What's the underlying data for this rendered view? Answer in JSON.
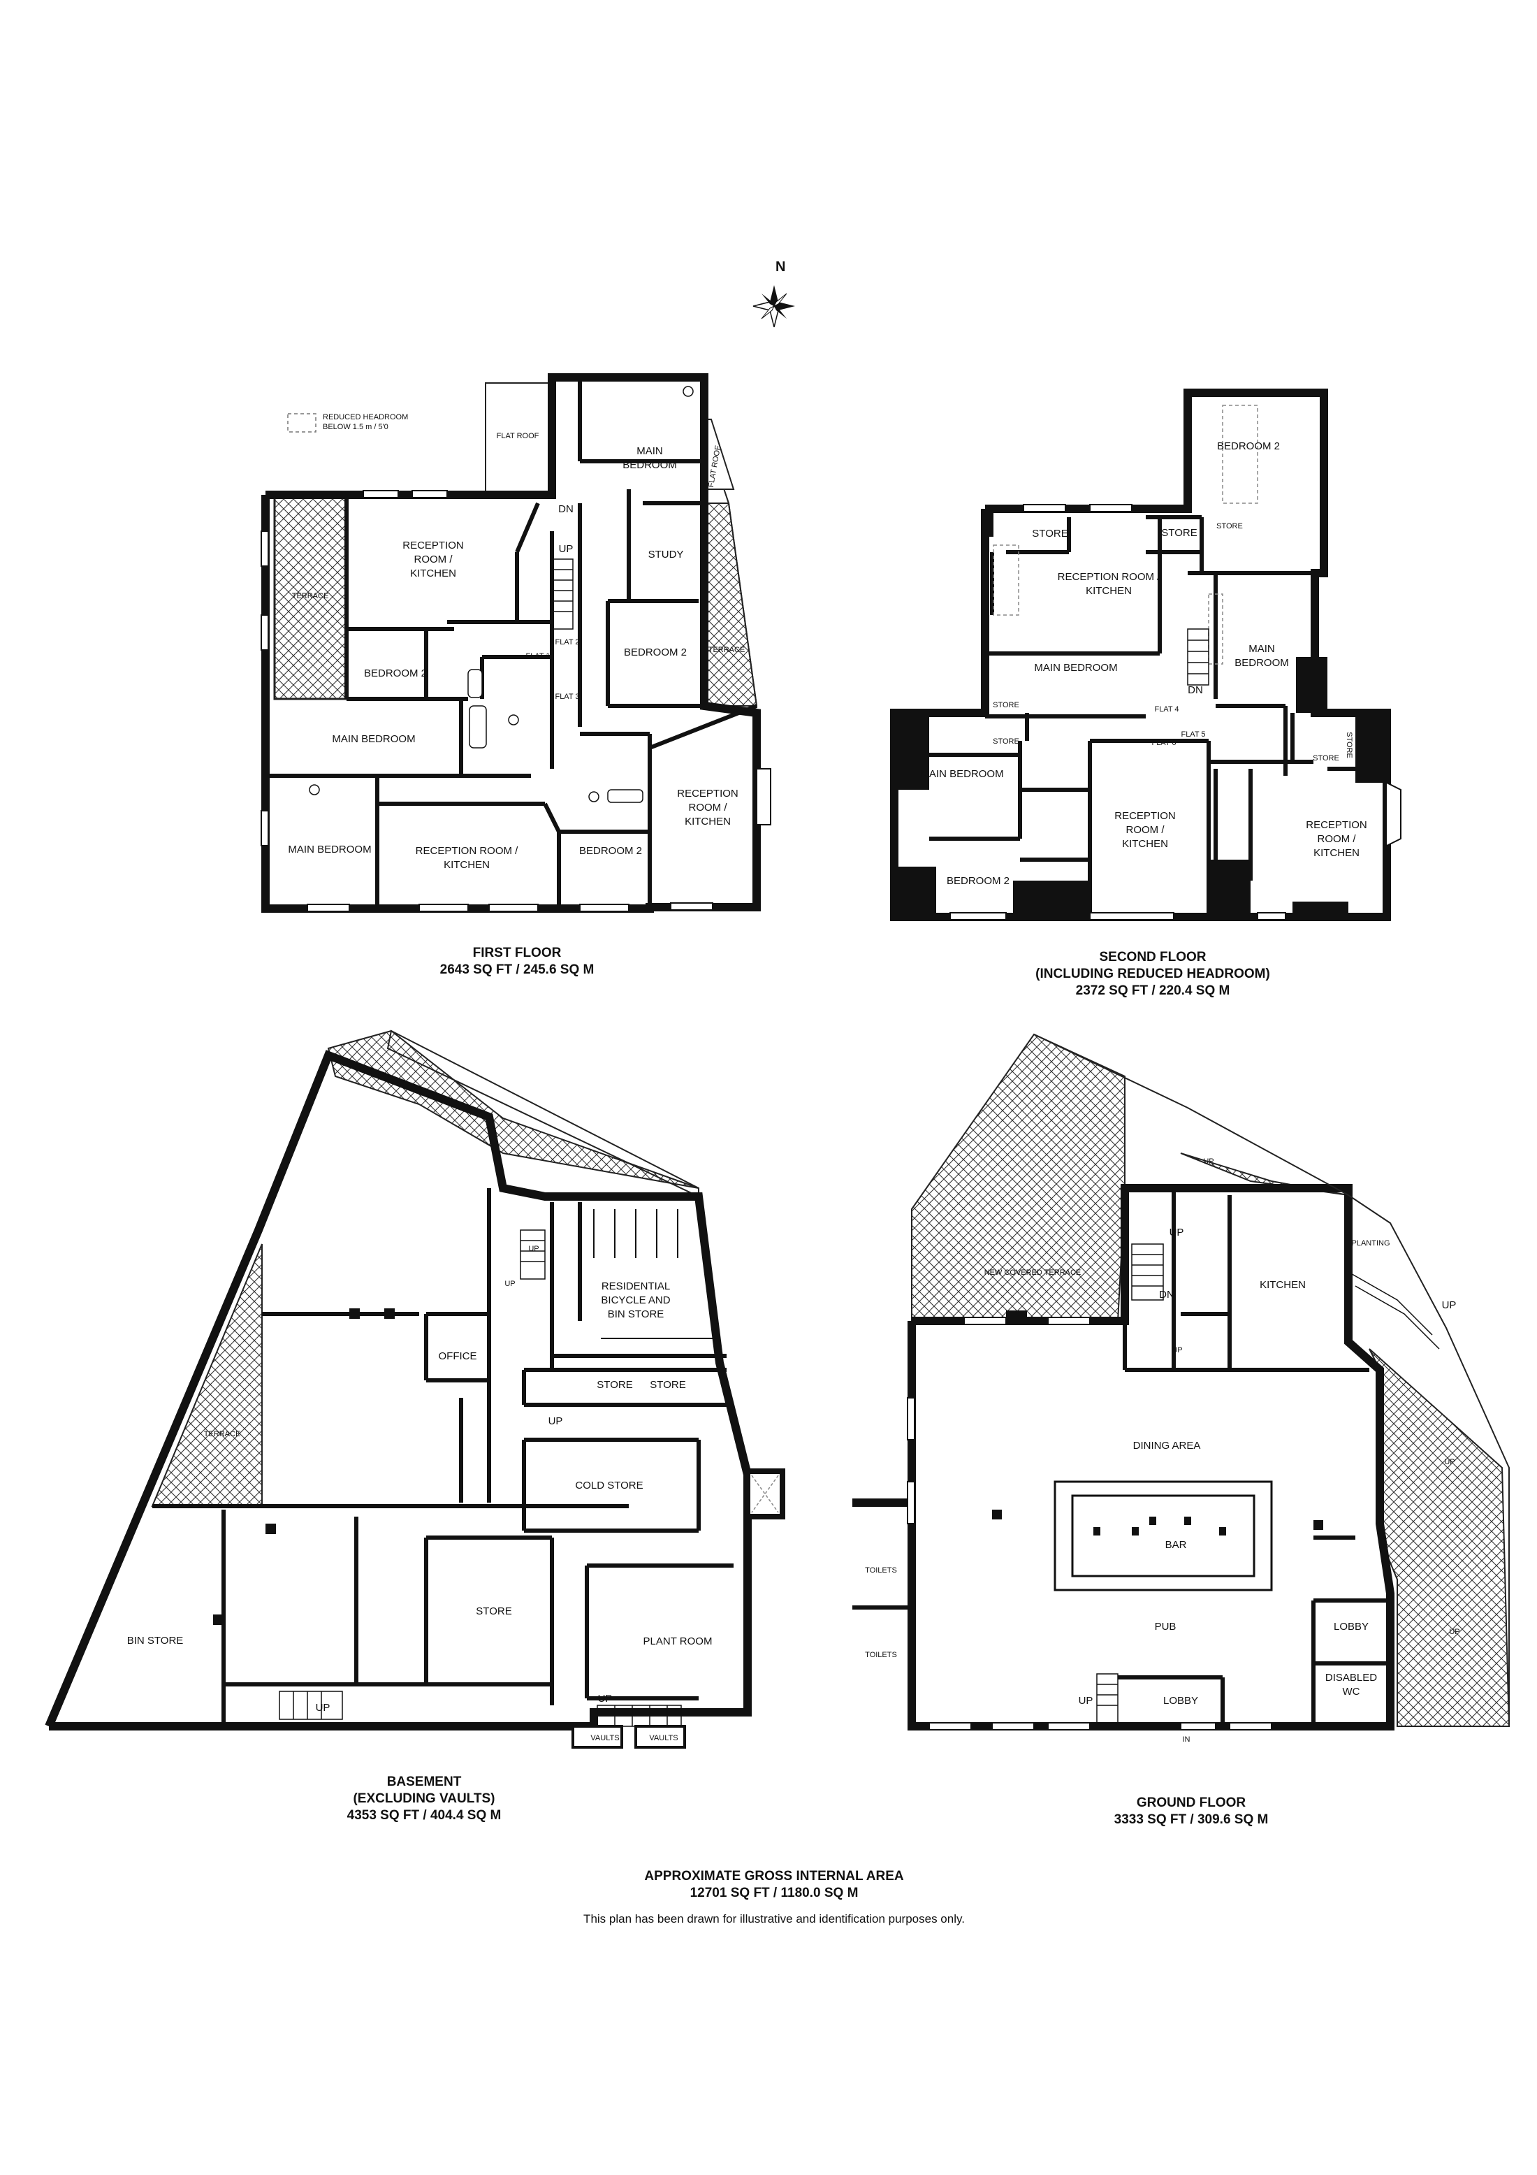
{
  "north_label": "N",
  "legend": {
    "line1": "REDUCED HEADROOM",
    "line2": "BELOW 1.5 m / 5'0"
  },
  "first_floor": {
    "title": "FIRST FLOOR",
    "area": "2643 SQ FT / 245.6 SQ M",
    "rooms": {
      "flat_roof_left": "FLAT ROOF",
      "flat_roof_right": "FLAT ROOF",
      "main_bedroom_top": "MAIN BEDROOM",
      "reception_top_l1": "RECEPTION",
      "reception_top_l2": "ROOM /",
      "reception_top_l3": "KITCHEN",
      "terrace_left": "TERRACE",
      "terrace_right": "TERRACE",
      "study": "STUDY",
      "bedroom2_right": "BEDROOM 2",
      "bedroom2_left": "BEDROOM 2",
      "main_bedroom_mid": "MAIN BEDROOM",
      "main_bedroom_bl": "MAIN BEDROOM",
      "reception_bottom_l1": "RECEPTION ROOM /",
      "reception_bottom_l2": "KITCHEN",
      "bedroom2_bottom": "BEDROOM 2",
      "reception_right_l1": "RECEPTION",
      "reception_right_l2": "ROOM /",
      "reception_right_l3": "KITCHEN",
      "flat1": "FLAT 1",
      "flat2": "FLAT 2",
      "flat3": "FLAT 3",
      "dn": "DN",
      "up": "UP"
    }
  },
  "second_floor": {
    "title_l1": "SECOND FLOOR",
    "title_l2": "(INCLUDING REDUCED HEADROOM)",
    "area": "2372 SQ FT / 220.4 SQ M",
    "rooms": {
      "bedroom2_top": "BEDROOM 2",
      "store1": "STORE",
      "store2": "STORE",
      "store_small1": "STORE",
      "reception_top_l1": "RECEPTION ROOM /",
      "reception_top_l2": "KITCHEN",
      "main_bedroom_mid": "MAIN BEDROOM",
      "main_bedroom_right_l1": "MAIN",
      "main_bedroom_right_l2": "BEDROOM",
      "store_small2": "STORE",
      "store_small3": "STORE",
      "store_small4": "STORE",
      "store_small5": "STORE",
      "flat4": "FLAT 4",
      "flat5": "FLAT 5",
      "flat6": "FLAT 6",
      "dn": "DN",
      "main_bedroom_left": "MAIN BEDROOM",
      "bedroom2_bottom": "BEDROOM 2",
      "reception_mid_l1": "RECEPTION",
      "reception_mid_l2": "ROOM /",
      "reception_mid_l3": "KITCHEN",
      "reception_right_l1": "RECEPTION",
      "reception_right_l2": "ROOM /",
      "reception_right_l3": "KITCHEN"
    }
  },
  "basement": {
    "title_l1": "BASEMENT",
    "title_l2": "(EXCLUDING VAULTS)",
    "area": "4353 SQ FT / 404.4 SQ M",
    "rooms": {
      "residential_l1": "RESIDENTIAL",
      "residential_l2": "BICYCLE AND",
      "residential_l3": "BIN STORE",
      "office": "OFFICE",
      "store1": "STORE",
      "store2": "STORE",
      "terrace": "TERRACE",
      "cold_store": "COLD STORE",
      "store_main": "STORE",
      "bin_store": "BIN STORE",
      "plant_room": "PLANT ROOM",
      "vaults1": "VAULTS",
      "vaults2": "VAULTS",
      "up1": "UP",
      "up2": "UP",
      "up3": "UP",
      "up4": "UP",
      "up5": "UP"
    }
  },
  "ground_floor": {
    "title": "GROUND FLOOR",
    "area": "3333 SQ FT / 309.6 SQ M",
    "rooms": {
      "new_covered_terrace": "NEW COVERED TERRACE",
      "kitchen": "KITCHEN",
      "planting": "PLANTING",
      "dining_area": "DINING AREA",
      "bar": "BAR",
      "pub": "PUB",
      "toilets1": "TOILETS",
      "toilets2": "TOILETS",
      "lobby_right": "LOBBY",
      "disabled_l1": "DISABLED",
      "disabled_l2": "WC",
      "lobby_bottom": "LOBBY",
      "in": "IN",
      "up1": "UP",
      "up2": "UP",
      "up3": "UP",
      "up4": "UP",
      "up5": "UP",
      "up6": "UP",
      "up7": "UP",
      "dn": "DN"
    }
  },
  "totals": {
    "title": "APPROXIMATE GROSS INTERNAL AREA",
    "area": "12701 SQ FT / 1180.0 SQ M",
    "disclaimer": "This plan has been drawn for illustrative and identification purposes only."
  }
}
